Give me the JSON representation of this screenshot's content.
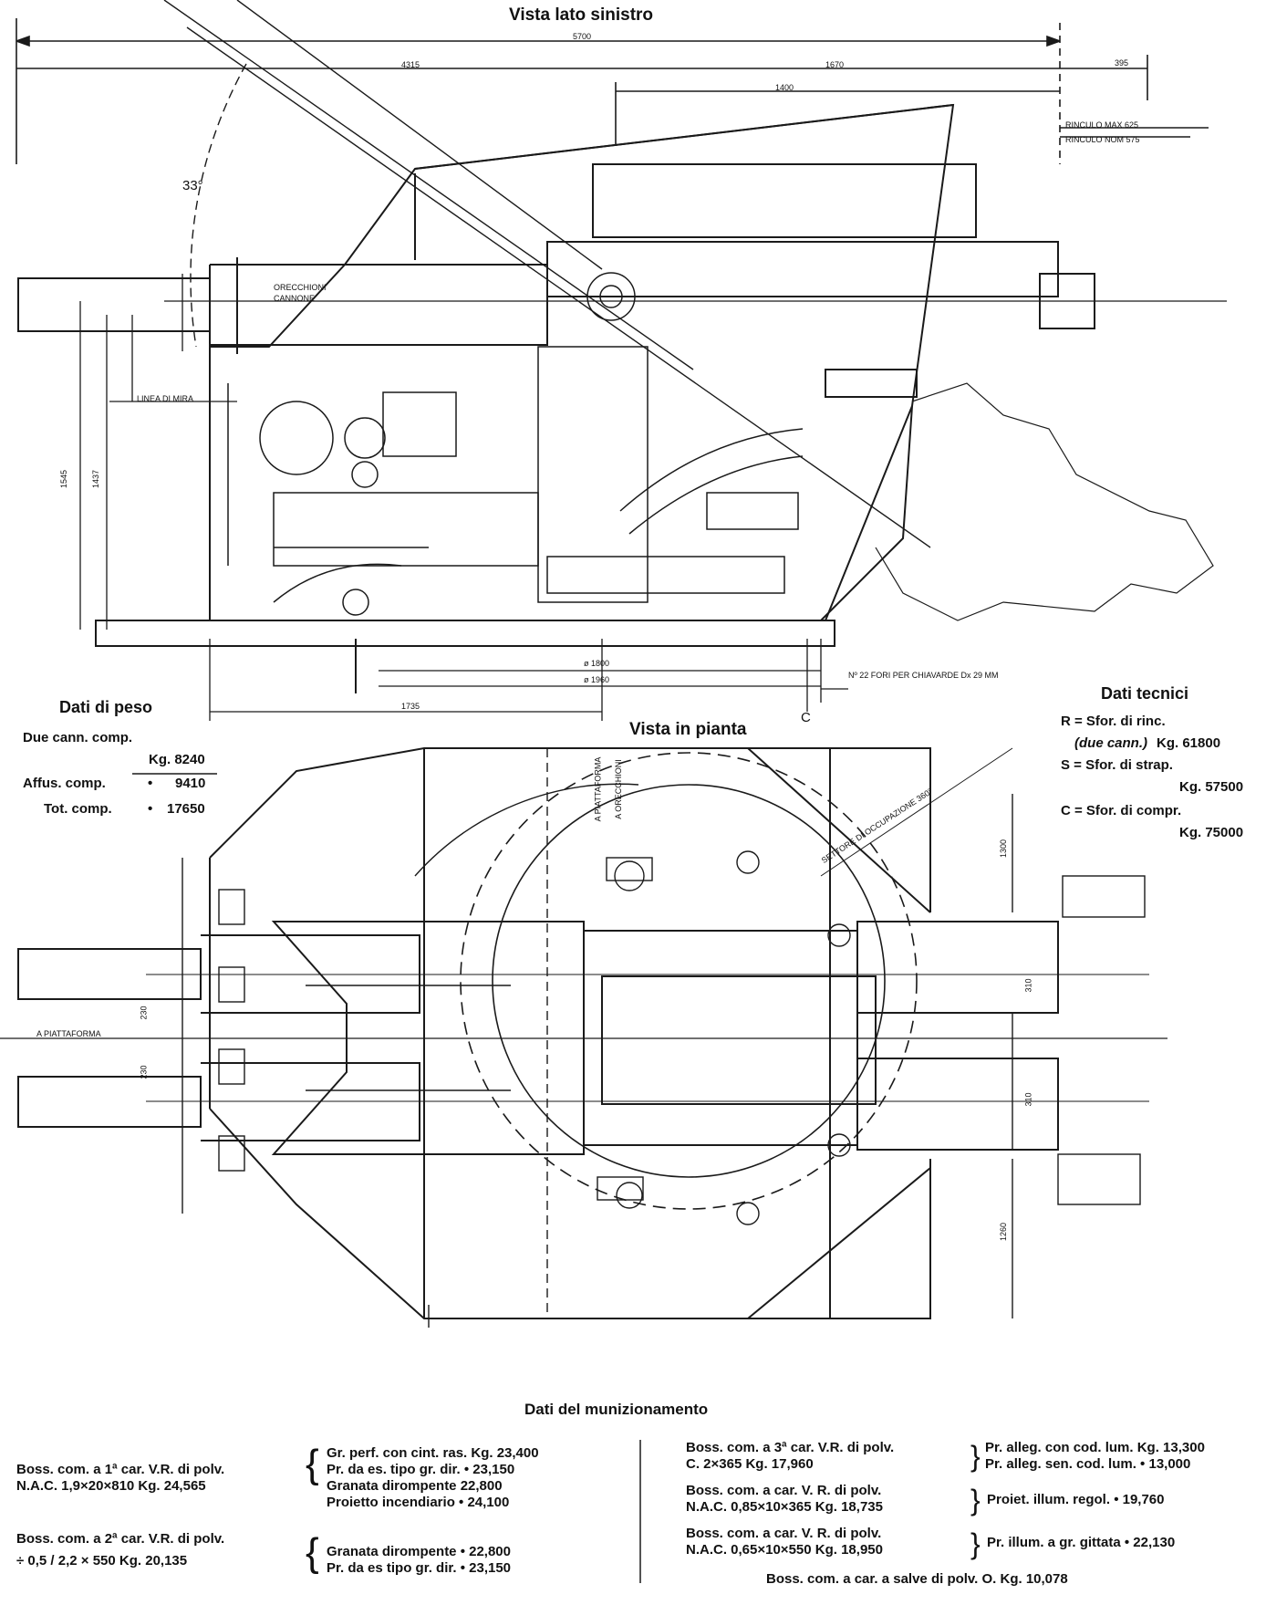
{
  "views": {
    "side_title": "Vista lato sinistro",
    "plan_title": "Vista in pianta"
  },
  "dims": {
    "overall": "5700",
    "left_segment": "4315",
    "middle_segment": "1670",
    "right_segment": "395",
    "upper_span": "1400",
    "angle": "33°",
    "height_total": "1545",
    "height_inner": "1437",
    "diam_1800": "ø 1800",
    "diam_1960": "ø 1960",
    "rear_offset": "1735",
    "plan_width_upper": "1300",
    "plan_width_lower": "1260",
    "spacing_1": "310",
    "spacing_2": "310",
    "barrel_a": "230",
    "barrel_b": "230"
  },
  "labels": {
    "orecchioni": "ORECCHIONI",
    "cannone": "CANNONE",
    "linea_mira": "LINEA DI MIRA",
    "rinculo_max": "RINCULO MAX 625",
    "rinculo_nom": "RINCULO NOM 575",
    "fori": "Nº 22 FORI PER CHIAVARDE Dx 29 MM",
    "piattaforma": "A PIATTAFORMA",
    "piattaforma_v": "A PIATTAFORMA",
    "orecchioni_v": "A ORECCHIONI",
    "settore": "SETTORE DI OCCUPAZIONE 360°",
    "point_c": "C"
  },
  "peso": {
    "title": "Dati di peso",
    "row1_label": "Due cann. comp.",
    "row1_value": "Kg. 8240",
    "row2_label": "Affus. comp.",
    "row2_value": "9410",
    "row3_label": "Tot. comp.",
    "row3_value": "17650",
    "dash": "•"
  },
  "tecnici": {
    "title": "Dati tecnici",
    "r1": "R = Sfor. di rinc.",
    "r2_italic": "(due cann.)",
    "r2_value": "Kg. 61800",
    "s1": "S = Sfor. di strap.",
    "s2": "Kg. 57500",
    "c1": "C = Sfor. di compr.",
    "c2": "Kg. 75000"
  },
  "munizionamento": {
    "title": "Dati del munizionamento",
    "left_block1": [
      "Boss. com. a 1ª car. V.R. di polv.",
      "N.A.C. 1,9×20×810   Kg. 24,565"
    ],
    "left_block1_items": [
      "Gr. perf. con cint. ras. Kg. 23,400",
      "Pr. da es. tipo gr. dir.      •  23,150",
      "Granata dirompente             22,800",
      "Proietto incendiario        •  24,100"
    ],
    "left_block2": [
      "Boss. com. a 2ª car. V.R. di polv.",
      "÷ 0,5 / 2,2 × 550        Kg. 20,135"
    ],
    "left_block2_items": [
      "Granata dirompente        •   22,800",
      "Pr. da es tipo gr. dir.     •   23,150"
    ],
    "right_block1": [
      "Boss. com. a 3ª car. V.R. di polv.",
      "C. 2×365          Kg. 17,960"
    ],
    "right_block1_items": [
      "Pr. alleg. con cod. lum. Kg. 13,300",
      "Pr. alleg. sen. cod. lum.  •  13,000"
    ],
    "right_block2": [
      "Boss. com. a car. V. R. di polv.",
      "N.A.C. 0,85×10×365  Kg. 18,735"
    ],
    "right_block2_items": [
      "Proiet. illum. regol.      •   19,760"
    ],
    "right_block3": [
      "Boss. com. a car. V. R. di polv.",
      "N.A.C. 0,65×10×550  Kg. 18,950"
    ],
    "right_block3_items": [
      "Pr. illum. a gr. gittata    •   22,130"
    ],
    "footer": "Boss. com. a car. a salve di polv. O.   Kg. 10,078"
  }
}
